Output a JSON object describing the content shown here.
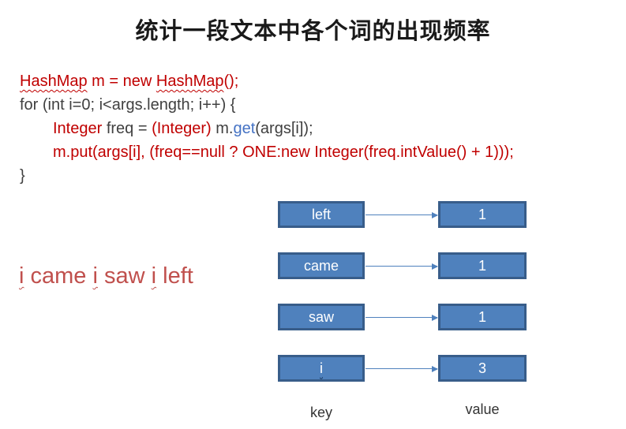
{
  "title": "统计一段文本中各个词的出现频率",
  "code": {
    "lines": [
      {
        "segments": [
          {
            "text": "HashMap"
          },
          {
            "text": " m = new "
          },
          {
            "text": "HashMap"
          },
          {
            "text": "();"
          }
        ]
      },
      {
        "segments": [
          {
            "text": "for (int i=0; i<args.length; i++) {"
          }
        ]
      },
      {
        "segments": [
          {
            "text": "Integer"
          },
          {
            "text": " freq = "
          },
          {
            "text": "(Integer)"
          },
          {
            "text": " m."
          },
          {
            "text": "get"
          },
          {
            "text": "(args[i]);"
          }
        ]
      },
      {
        "segments": [
          {
            "text": "m.put(args[i], (freq==null ? ONE:new Integer(freq.intValue() + 1)));"
          }
        ]
      },
      {
        "segments": [
          {
            "text": "}"
          }
        ]
      }
    ]
  },
  "phrase": {
    "segments": [
      {
        "text": "i"
      },
      {
        "text": " came "
      },
      {
        "text": "i"
      },
      {
        "text": " saw "
      },
      {
        "text": "i"
      },
      {
        "text": " left"
      }
    ]
  },
  "diagram": {
    "rows": [
      {
        "key": "left",
        "value": "1"
      },
      {
        "key": "came",
        "value": "1"
      },
      {
        "key": "saw",
        "value": "1"
      },
      {
        "key": "i",
        "value": "3"
      }
    ],
    "key_label": "key",
    "value_label": "value"
  },
  "colors": {
    "code_red": "#C00000",
    "code_dark": "#404040",
    "code_blue": "#4472C4",
    "phrase_red": "#C0504D",
    "box_fill": "#4F81BD",
    "box_border": "#385D8A",
    "arrow": "#4F81BD"
  }
}
